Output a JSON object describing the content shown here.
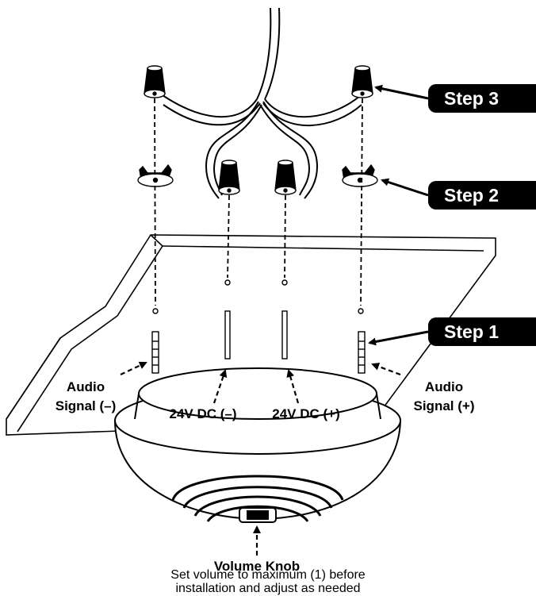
{
  "steps": {
    "step3": "Step 3",
    "step2": "Step 2",
    "step1": "Step 1"
  },
  "labels": {
    "audio_minus_line1": "Audio",
    "audio_minus_line2": "Signal (–)",
    "dc_minus": "24V DC (–)",
    "dc_plus": "24V DC (+)",
    "audio_plus_line1": "Audio",
    "audio_plus_line2": "Signal (+)",
    "volume_knob": "Volume Knob"
  },
  "note": {
    "line1": "Set volume to maximum (1) before",
    "line2": "installation and adjust as needed"
  },
  "colors": {
    "ink": "#000000",
    "paper": "#ffffff",
    "badge_bg": "#000000",
    "badge_text": "#ffffff"
  },
  "icons": [
    "wire-nut-icon",
    "wing-nut-icon",
    "threaded-post-icon",
    "speaker-icon",
    "arrow-icon"
  ]
}
